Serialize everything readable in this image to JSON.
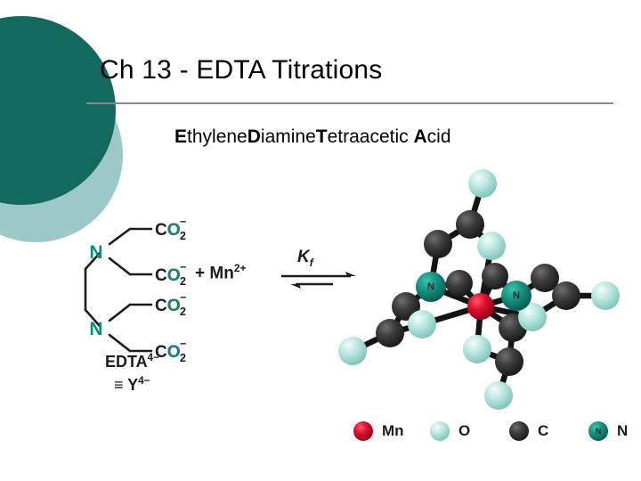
{
  "slide": {
    "title": "Ch 13 - EDTA Titrations",
    "subtitle_parts": [
      {
        "text": "E",
        "bold": true
      },
      {
        "text": "thylene",
        "bold": false
      },
      {
        "text": "D",
        "bold": true
      },
      {
        "text": "iamine",
        "bold": false
      },
      {
        "text": "T",
        "bold": true
      },
      {
        "text": "etraacetic ",
        "bold": false
      },
      {
        "text": "A",
        "bold": true
      },
      {
        "text": "cid",
        "bold": false
      }
    ],
    "subtitle_plain": "EthyleneDiamineTetraacetic Acid"
  },
  "decor": {
    "dark_circle_color": "#14695F",
    "light_circle_color": "#9CC8C8",
    "rule_color": "#8A8A8A"
  },
  "reaction": {
    "reactant_structure_name": "EDTA",
    "carboxylate_labels": [
      "CO2-",
      "CO2-",
      "CO2-",
      "CO2-"
    ],
    "carboxylate_text": "CO",
    "carboxylate_subscript": "2",
    "carboxylate_superscript": "−",
    "nitrogen_labels": [
      "N",
      "N"
    ],
    "edta_charge_label": "EDTA",
    "edta_charge_sup": "4−",
    "equivalence_label": "≡ Y",
    "equivalence_sup": "4−",
    "metal_term": "+ Mn",
    "metal_term_sup": "2+",
    "equilibrium_constant": "K",
    "equilibrium_constant_sub": "f"
  },
  "model": {
    "center_atom": "Mn",
    "nitrogen_label": "N",
    "description": "Mn-EDTA octahedral chelate complex ball-and-stick model"
  },
  "legend": {
    "items": [
      {
        "label": "Mn",
        "color": "#E01030",
        "kind": "metal",
        "inner_label": ""
      },
      {
        "label": "O",
        "color": "#A8DCD4",
        "kind": "oxygen",
        "inner_label": ""
      },
      {
        "label": "C",
        "color": "#3A3A3A",
        "kind": "carbon",
        "inner_label": ""
      },
      {
        "label": "N",
        "color": "#179183",
        "kind": "nitrogen",
        "inner_label": "N"
      }
    ]
  },
  "colors": {
    "mn": "#E01030",
    "oxygen": "#A8DCD4",
    "carbon": "#3A3A3A",
    "nitrogen": "#179183",
    "bond": "#141414",
    "teal_text": "#009180"
  }
}
